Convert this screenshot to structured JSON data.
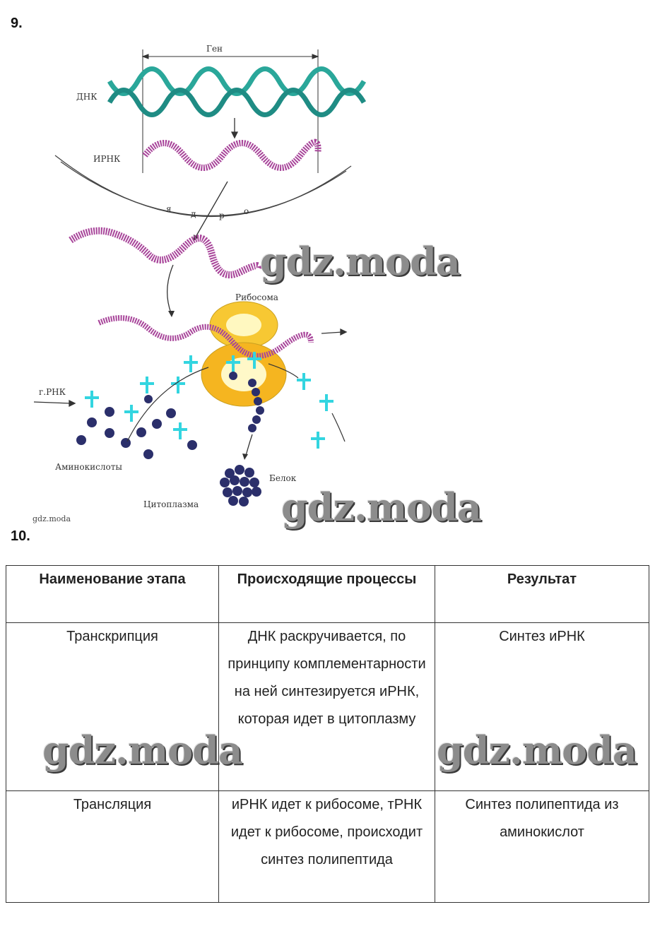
{
  "task9": {
    "number": "9."
  },
  "task10": {
    "number": "10."
  },
  "figure": {
    "labels": {
      "gene": "Ген",
      "dna": "ДНК",
      "mrna": "ИРНК",
      "nucleus": [
        "я",
        "д",
        "р",
        "о"
      ],
      "ribosome": "Рибосома",
      "trna": "г.РНК",
      "amino_acids": "Аминокислоты",
      "protein": "Белок",
      "cytoplasm": "Цитоплазма"
    },
    "colors": {
      "dna": "#2aa79a",
      "mrna": "#a8459a",
      "trna": "#33d5e0",
      "amino": "#2b2f6b",
      "ribosome": "#f7c833"
    }
  },
  "watermark": {
    "text": "gdz.moda",
    "small": "gdz.moda"
  },
  "table": {
    "headers": [
      "Наименование этапа",
      "Происходящие процессы",
      "Результат"
    ],
    "rows": [
      {
        "stage": "Транскрипция",
        "process": "ДНК раскручивается, по принципу комплементарности на ней синтезируется иРНК, которая идет в цитоплазму",
        "result": "Синтез иРНК"
      },
      {
        "stage": "Трансляция",
        "process": "иРНК идет к рибосоме, тРНК идет к рибосоме, происходит синтез полипептида",
        "result": "Синтез полипептида из аминокислот"
      }
    ]
  }
}
